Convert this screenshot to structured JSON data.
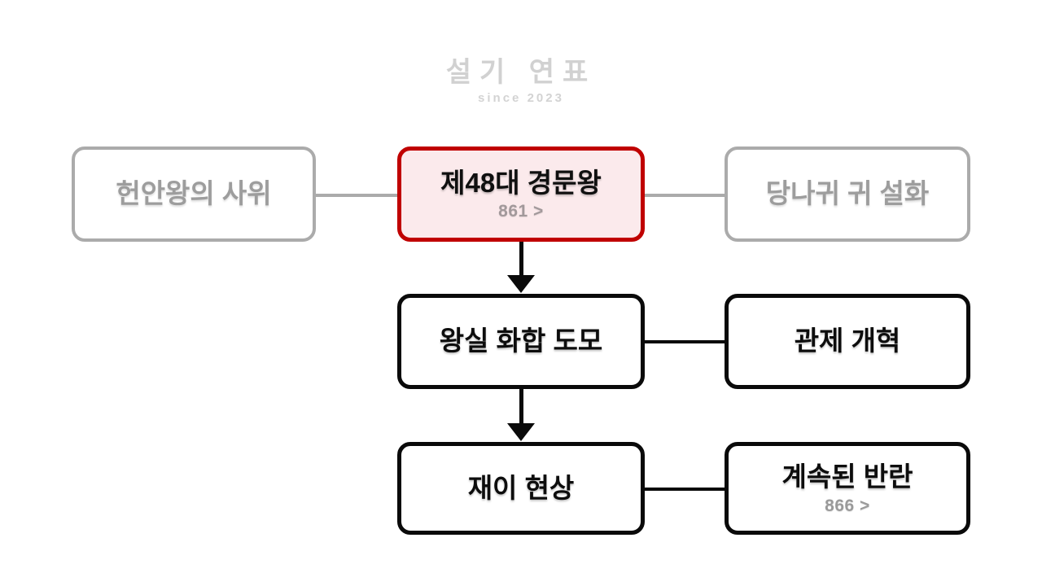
{
  "watermark": {
    "title": "설기 연표",
    "subtitle": "since 2023"
  },
  "colors": {
    "background": "#ffffff",
    "highlight_border": "#c00000",
    "highlight_fill": "#fbeaec",
    "primary_border": "#0a0a0a",
    "muted_border": "#ababab",
    "muted_text": "#9d9d9d",
    "subtitle_text": "#9a9a9a"
  },
  "diagram": {
    "nodes": [
      {
        "id": "heonanwang-son-in-law",
        "title": "헌안왕의 사위",
        "subtitle": "",
        "style": "muted"
      },
      {
        "id": "king-gyeongmun",
        "title": "제48대 경문왕",
        "subtitle": "861 >",
        "style": "highlight"
      },
      {
        "id": "donkey-ear-tale",
        "title": "당나귀 귀 설화",
        "subtitle": "",
        "style": "muted"
      },
      {
        "id": "royal-harmony",
        "title": "왕실 화합 도모",
        "subtitle": "",
        "style": "primary"
      },
      {
        "id": "office-system-reform",
        "title": "관제 개혁",
        "subtitle": "",
        "style": "primary"
      },
      {
        "id": "calamity-phenomena",
        "title": "재이 현상",
        "subtitle": "",
        "style": "primary"
      },
      {
        "id": "continued-rebellions",
        "title": "계속된 반란",
        "subtitle": "866 >",
        "style": "primary"
      }
    ],
    "connectors": [
      {
        "id": "left-to-center",
        "kind": "line",
        "color": "gray"
      },
      {
        "id": "center-to-right",
        "kind": "line",
        "color": "gray"
      },
      {
        "id": "harmony-to-reform",
        "kind": "line",
        "color": "black"
      },
      {
        "id": "calamity-to-rebellion",
        "kind": "line",
        "color": "black"
      },
      {
        "id": "king-to-harmony",
        "kind": "arrow",
        "color": "black"
      },
      {
        "id": "harmony-to-calamity",
        "kind": "arrow",
        "color": "black"
      }
    ]
  }
}
